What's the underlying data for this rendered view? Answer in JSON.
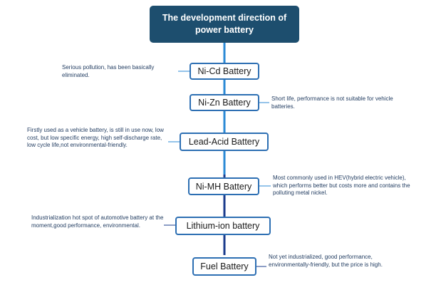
{
  "title": "The development direction of power battery",
  "colors": {
    "title_bg": "#1d4e6e",
    "node_border": "#2d6fb3",
    "line_upper": "#2b8ad6",
    "line_lower": "#1b3c8c"
  },
  "batteries": [
    {
      "name": "Ni-Cd Battery",
      "note": "Serious pollution, has been basically eliminated."
    },
    {
      "name": "Ni-Zn Battery",
      "note": "Short life, performance is not suitable for vehicle batteries."
    },
    {
      "name": "Lead-Acid Battery",
      "note": "Firstly used as a vehicle battery, is still in use now, low cost, but low specific energy, high self-discharge rate, low cycle life,not environmental-friendly."
    },
    {
      "name": "Ni-MH Battery",
      "note": "Most commonly used in HEV(hybrid electric vehicle), which performs better but costs more and contains the polluting metal nickel."
    },
    {
      "name": "Lithium-ion battery",
      "note": "Industrialization hot spot of automotive battery at the moment,good performance, environmental."
    },
    {
      "name": "Fuel Battery",
      "note": "Not yet industrialized, good performance, environmentally-friendly, but the price is high."
    }
  ]
}
